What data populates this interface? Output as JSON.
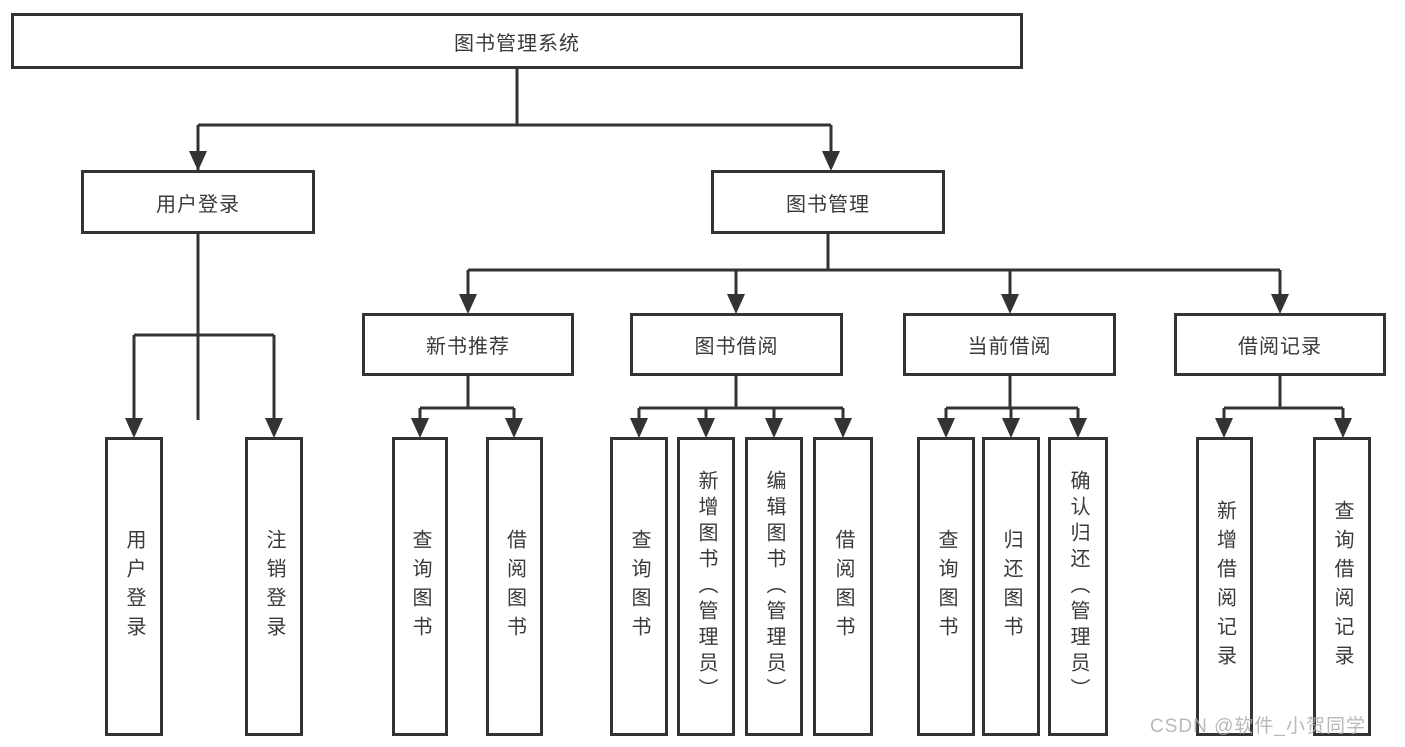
{
  "diagram": {
    "root": {
      "label": "图书管理系统"
    },
    "branches": [
      {
        "label": "用户登录",
        "children": [
          {
            "label": "用户登录"
          },
          {
            "label": "注销登录"
          }
        ]
      },
      {
        "label": "图书管理",
        "children": [
          {
            "label": "新书推荐",
            "children": [
              {
                "label": "查询图书"
              },
              {
                "label": "借阅图书"
              }
            ]
          },
          {
            "label": "图书借阅",
            "children": [
              {
                "label": "查询图书"
              },
              {
                "label": "新增图书（管理员）"
              },
              {
                "label": "编辑图书（管理员）"
              },
              {
                "label": "借阅图书"
              }
            ]
          },
          {
            "label": "当前借阅",
            "children": [
              {
                "label": "查询图书"
              },
              {
                "label": "归还图书"
              },
              {
                "label": "确认归还（管理员）"
              }
            ]
          },
          {
            "label": "借阅记录",
            "children": [
              {
                "label": "新增借阅记录"
              },
              {
                "label": "查询借阅记录"
              }
            ]
          }
        ]
      }
    ]
  },
  "watermark": {
    "text": "CSDN @软件_小贺同学"
  },
  "colors": {
    "line": "#333333",
    "box_border": "#333333",
    "text": "#3a3a3a",
    "watermark": "#adadad",
    "background": "#ffffff"
  }
}
